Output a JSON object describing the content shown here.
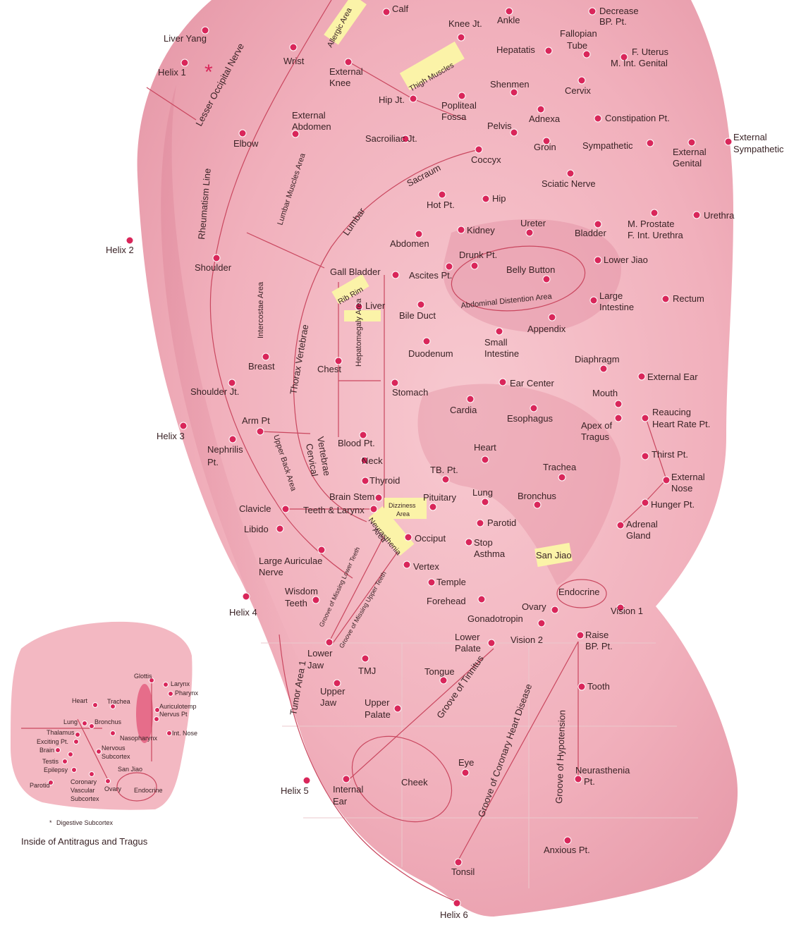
{
  "colors": {
    "ear_fill": "#f3b8c2",
    "ear_shadow": "#d8798f",
    "point": "#d9265a",
    "line": "#c9475f",
    "area_fill": "#fbf3a8",
    "text": "#3a2326"
  },
  "labels": {
    "liver_yang": "Liver Yang",
    "helix1": "Helix 1",
    "helix2": "Helix 2",
    "helix3": "Helix 3",
    "helix4": "Helix 4",
    "helix5": "Helix 5",
    "helix6": "Helix 6",
    "wrist": "Wrist",
    "calf": "Calf",
    "knee": "Knee Jt.",
    "ankle": "Ankle",
    "decrease_bp": "Decrease",
    "decrease_bp2": "BP. Pt.",
    "fallopian": "Fallopian",
    "fallopian2": "Tube",
    "hepatatis": "Hepatatis",
    "f_uterus": "F. Uterus",
    "m_int_genital": "M. Int. Genital",
    "external_knee": "External",
    "external_knee2": "Knee",
    "hip_jt": "Hip Jt.",
    "popliteal": "Popliteal",
    "popliteal2": "Fossa",
    "shenmen": "Shenmen",
    "cervix": "Cervix",
    "external_abdomen": "External",
    "external_abdomen2": "Abdomen",
    "elbow": "Elbow",
    "adnexa": "Adnexa",
    "constipation": "Constipation Pt.",
    "pelvis": "Pelvis",
    "sacroiliac": "Sacroiliac Jt.",
    "groin": "Groin",
    "sympathetic": "Sympathetic",
    "external_genital": "External",
    "external_genital2": "Genital",
    "external_sympathetic": "External",
    "external_sympathetic2": "Sympathetic",
    "coccyx": "Coccyx",
    "sciatic": "Sciatic Nerve",
    "hot_pt": "Hot Pt.",
    "hip": "Hip",
    "ureter": "Ureter",
    "m_prostate": "M. Prostate",
    "f_int_urethra": "F. Int. Urethra",
    "urethra": "Urethra",
    "abdomen": "Abdomen",
    "kidney": "Kidney",
    "bladder": "Bladder",
    "shoulder": "Shoulder",
    "drunk": "Drunk Pt.",
    "lower_jiao": "Lower Jiao",
    "gall_bladder": "Gall Bladder",
    "ascites": "Ascites Pt.",
    "belly_button": "Belly Button",
    "liver": "Liver",
    "bile_duct": "Bile Duct",
    "large_intestine": "Large",
    "large_intestine2": "Intestine",
    "rectum": "Rectum",
    "appendix": "Appendix",
    "breast": "Breast",
    "chest": "Chest",
    "duodenum": "Duodenum",
    "small_intestine": "Small",
    "small_intestine2": "Intestine",
    "diaphragm": "Diaphragm",
    "shoulder_jt": "Shoulder Jt.",
    "stomach": "Stomach",
    "ear_center": "Ear Center",
    "external_ear": "External Ear",
    "mouth": "Mouth",
    "cardia": "Cardia",
    "esophagus": "Esophagus",
    "arm_pt": "Arm Pt",
    "reducing_hr": "Reaucing",
    "reducing_hr2": "Heart Rate Pt.",
    "apex_tragus": "Apex of",
    "apex_tragus2": "Tragus",
    "nephritis": "Nephrilis",
    "nephritis2": "Pt.",
    "blood_pt": "Blood Pt.",
    "heart": "Heart",
    "thirst": "Thirst Pt.",
    "neck": "Neck",
    "trachea": "Trachea",
    "tb_pt": "TB. Pt.",
    "external_nose": "External",
    "external_nose2": "Nose",
    "thyroid": "Thyroid",
    "brain_stem": "Brain Stem",
    "pituitary": "Pituitary",
    "lung": "Lung",
    "bronchus": "Bronchus",
    "hunger": "Hunger Pt.",
    "clavicle": "Clavicle",
    "teeth_larynx": "Teeth & Larynx",
    "parotid": "Parotid",
    "adrenal": "Adrenal",
    "adrenal2": "Gland",
    "libido": "Libido",
    "occiput": "Occiput",
    "stop_asthma": "Stop",
    "stop_asthma2": "Asthma",
    "san_jiao": "San Jiao",
    "large_auriculae": "Large Auriculae",
    "large_auriculae2": "Nerve",
    "vertex": "Vertex",
    "temple": "Temple",
    "wisdom_teeth": "Wisdom",
    "wisdom_teeth2": "Teeth",
    "forehead": "Forehead",
    "endocrine": "Endocrine",
    "ovary": "Ovary",
    "vision1": "Vision 1",
    "gonadotropin": "Gonadotropin",
    "lower_palate": "Lower",
    "lower_palate2": "Palate",
    "vision2": "Vision 2",
    "raise_bp": "Raise",
    "raise_bp2": "BP. Pt.",
    "lower_jaw": "Lower",
    "lower_jaw2": "Jaw",
    "tmj": "TMJ",
    "tongue": "Tongue",
    "tooth": "Tooth",
    "upper_jaw": "Upper",
    "upper_jaw2": "Jaw",
    "upper_palate": "Upper",
    "upper_palate2": "Palate",
    "eye": "Eye",
    "cheek": "Cheek",
    "neurasthenia": "Neurasthenia",
    "neurasthenia2": "Pt.",
    "internal_ear": "Internal",
    "internal_ear2": "Ear",
    "anxious": "Anxious Pt.",
    "tonsil": "Tonsil"
  },
  "rotated": {
    "allergic": "Allergic Area",
    "thigh": "Thigh Muscles",
    "lesser_occipital": "Lesser Occipital Nerve",
    "rheumatism": "Rheumatism Line",
    "lumbar_muscles": "Lumbar Muscles Area",
    "sacrum": "Sacraum",
    "lumbar": "Lumbar",
    "intercostal": "Intercostae Area",
    "thorax": "Thorax Vertebrae",
    "rib_rim": "Rib Rim",
    "hepatomegaly": "Hepatomegaly Area",
    "abd_distention": "Abdominal Distention Area",
    "upper_back": "Upper Back Area",
    "cervical": "Cervical",
    "vertebrae": "Vertebrae",
    "dizziness": "Dizziness",
    "dizziness2": "Area",
    "neurasthenia_area": "Neurasthenia",
    "neurasthenia_area2": "Area",
    "groove_lower": "Groove of Missing Lower Teeth",
    "groove_upper": "Groove of Missing Upper Teeth",
    "tumor": "Tumor Area 1",
    "tinnitus": "Groove of Tinnitus",
    "coronary": "Groove of Coronary Heart Disease",
    "hypotension": "Groove of Hypotension"
  },
  "inset": {
    "title": "Inside of Antitragus and Tragus",
    "footnote": "Digestive Subcortex",
    "glottis": "Glottis",
    "larynx": "Larynx",
    "pharynx": "Pharynx",
    "heart": "Heart",
    "trachea": "Trachea",
    "auriculotemporal": "Auriculotemp",
    "nervus": "Nervus Pt",
    "lung": "Lung",
    "bronchus": "Bronchus",
    "int_nose": "Int. Nose",
    "thalamus": "Thalamus",
    "nasopharynx": "Nasopharynx",
    "exciting": "Exciting Pt.",
    "brain": "Brain",
    "nervous": "Nervous",
    "subcortex": "Subcortex",
    "testis": "Testis",
    "epilepsy": "Epilepsy",
    "san_jiao": "San Jiao",
    "parotid": "Parotid",
    "coronary": "Coronary",
    "vascular": "Vascular",
    "subcortex2": "Subcortex",
    "ovary": "Ovary",
    "endocrine": "Endocrine"
  }
}
